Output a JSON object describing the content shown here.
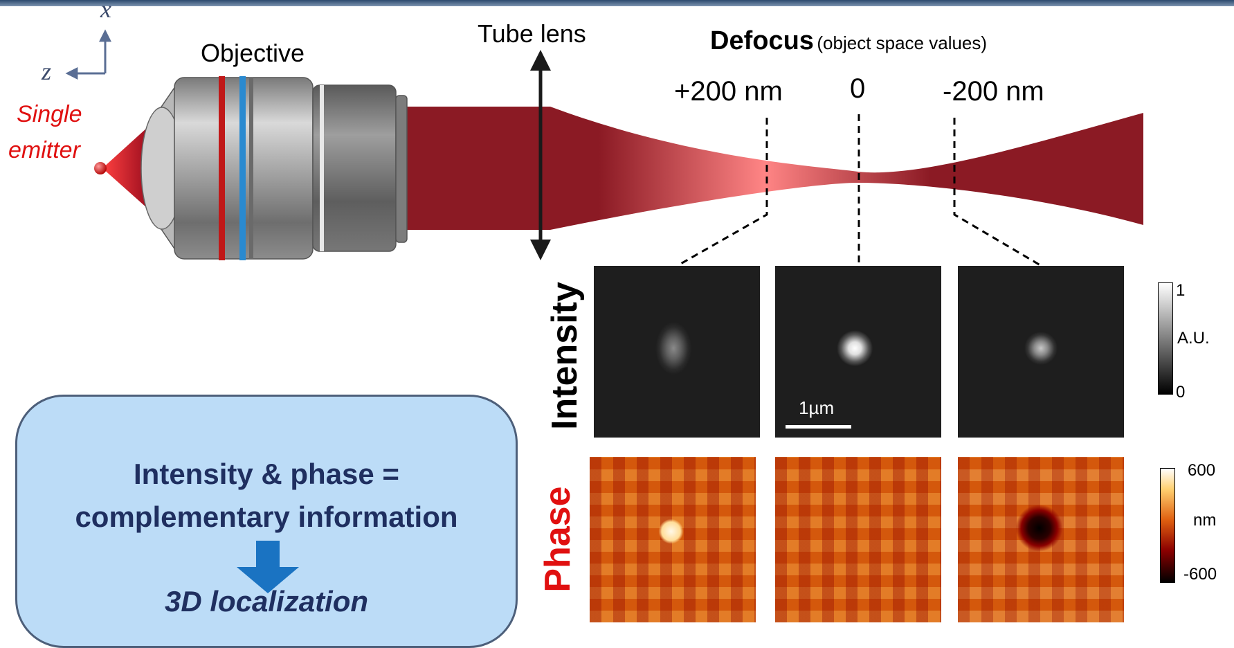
{
  "axes": {
    "x": "x",
    "z": "z"
  },
  "labels": {
    "emitter_line1": "Single",
    "emitter_line2": "emitter",
    "objective": "Objective",
    "tube_lens": "Tube lens",
    "defocus_title": "Defocus",
    "defocus_note": "(object space values)",
    "defocus_plus": "+200 nm",
    "defocus_zero": "0",
    "defocus_minus": "-200 nm"
  },
  "rows": {
    "intensity": "Intensity",
    "phase": "Phase"
  },
  "scalebar": "1µm",
  "colorbars": {
    "intensity": {
      "max": "1",
      "unit": "A.U.",
      "min": "0"
    },
    "phase": {
      "max": "600",
      "unit": "nm",
      "min": "-600"
    }
  },
  "infobox": {
    "line1": "Intensity & phase =",
    "line2": "complementary information",
    "result": "3D localization"
  },
  "colors": {
    "beam": "#8b1a24",
    "beam_focus": "#ff8080",
    "emitter": "#e01010",
    "infobox_bg": "#bcdcf7",
    "infobox_text": "#1f2f60",
    "arrow": "#1a73c2"
  }
}
